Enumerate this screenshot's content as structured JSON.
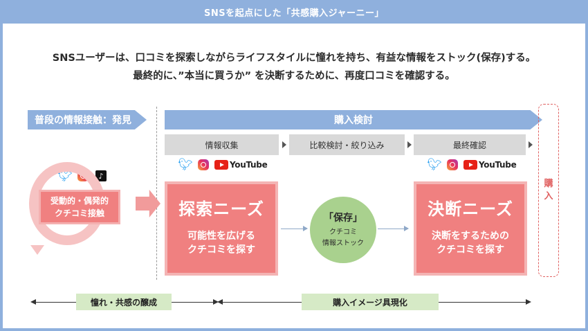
{
  "title": "SNSを起点にした「共感購入ジャーニー」",
  "intro": {
    "line1": "SNSユーザーは、口コミを探索しながらライフスタイルに憧れを持ち、有益な情報をストック(保存)する。",
    "line2": "最終的に、”本当に買うか” を決断するために、再度口コミを確認する。"
  },
  "phases": {
    "discovery": "普段の情報接触：発見",
    "consideration": "購入検討"
  },
  "stages": [
    "情報収集",
    "比較検討・絞り込み",
    "最終確認"
  ],
  "sns": {
    "youtube": "YouTube",
    "icons": [
      "twitter-icon",
      "instagram-icon",
      "tiktok-icon",
      "youtube-icon"
    ]
  },
  "passive_box": {
    "line1": "受動的・偶発的",
    "line2": "クチコミ接触"
  },
  "explore_needs": {
    "title": "探索ニーズ",
    "line1": "可能性を広げる",
    "line2": "クチコミを探す"
  },
  "save": {
    "title": "「保存」",
    "line1": "クチコミ",
    "line2": "情報ストック"
  },
  "decide_needs": {
    "title": "決断ニーズ",
    "line1": "決断をするための",
    "line2": "クチコミを探す"
  },
  "purchase": {
    "line1": "購",
    "line2": "入"
  },
  "bottom": {
    "left_label": "憧れ・共感の醸成",
    "right_label": "購入イメージ具現化"
  },
  "colors": {
    "header": "#8fb0dd",
    "needs": "#f08080",
    "save": "#a9d18e",
    "purchase": "#e06060"
  }
}
